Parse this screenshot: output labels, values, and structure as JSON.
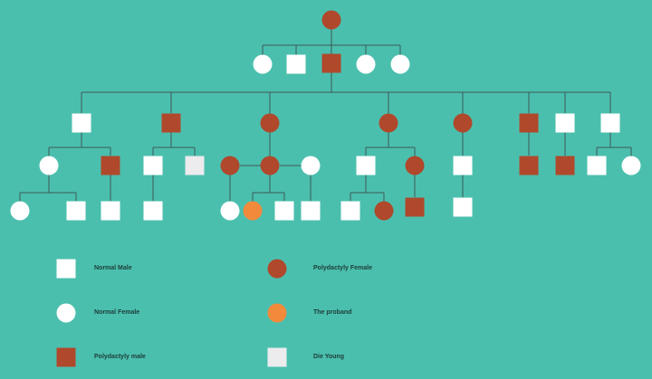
{
  "colors": {
    "background": "#4bbfae",
    "affected": "#b0482c",
    "proband": "#f28a3c",
    "normal": "#ffffff",
    "die_young": "#ecebed",
    "line": "#3c5a55"
  },
  "legend": {
    "normal_male": "Normal  Male",
    "normal_female": "Normal  Female",
    "polydactyly_male": "Polydactyly male",
    "polydactyly_female": "Polydactyly  Female",
    "proband": "The proband",
    "die_young": "Die Young"
  }
}
